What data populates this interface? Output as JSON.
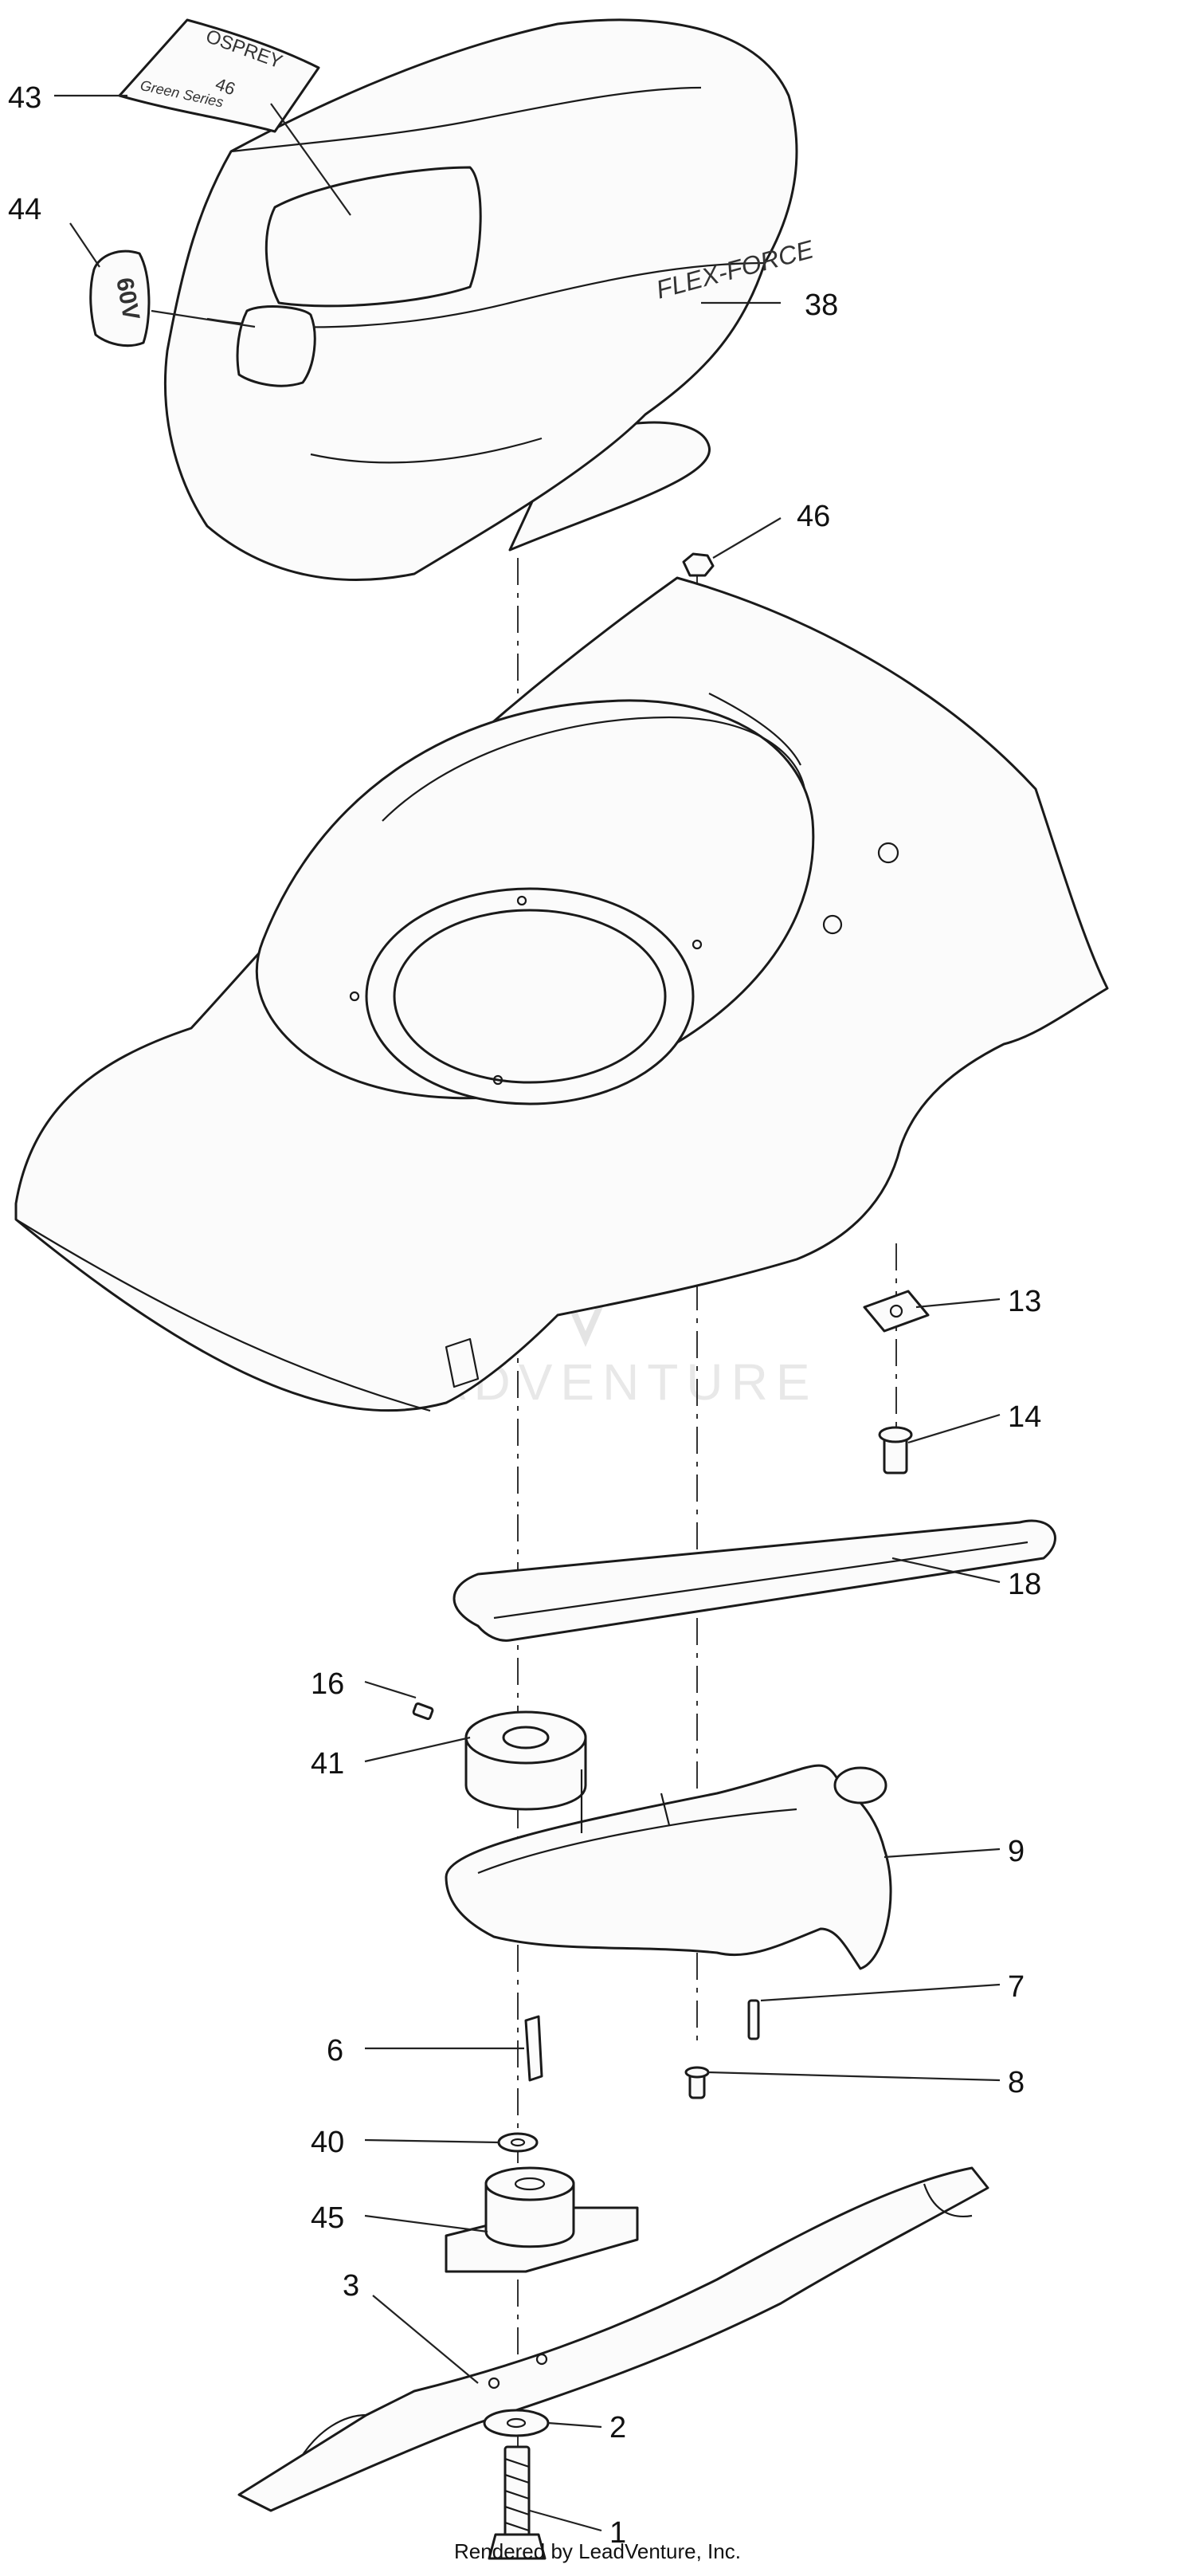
{
  "labels": {
    "c43": "43",
    "c44": "44",
    "c38": "38",
    "c46": "46",
    "c13": "13",
    "c14": "14",
    "c18": "18",
    "c16": "16",
    "c41": "41",
    "c9": "9",
    "c7": "7",
    "c8": "8",
    "c6": "6",
    "c40": "40",
    "c45": "45",
    "c3": "3",
    "c2": "2",
    "c1": "1"
  },
  "decals": {
    "osprey": "OSPREY",
    "model_number": "46",
    "green_series": "Green Series",
    "voltage": "60V"
  },
  "motor_branding": "FLEX-FORCE",
  "watermark": "LEADVENTURE",
  "footer": "Rendered by LeadVenture, Inc."
}
